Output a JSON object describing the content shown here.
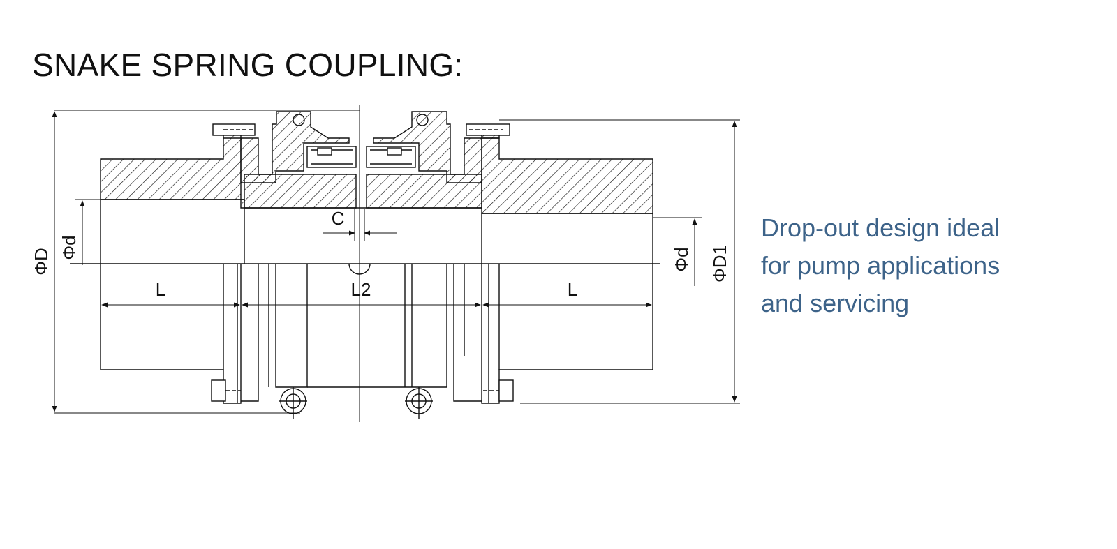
{
  "title": "SNAKE SPRING COUPLING:",
  "caption": {
    "lines": [
      "Drop-out design ideal",
      "for pump applications",
      "and servicing"
    ]
  },
  "colors": {
    "line": "#111111",
    "caption": "#3d6389",
    "background": "#ffffff"
  },
  "dimensions": {
    "outer_diameter": "ΦD",
    "bore_diameter_left": "Φd",
    "bore_diameter_right": "Φd",
    "outer_diameter_right": "ΦD1",
    "gap": "C",
    "hub_length_left": "L",
    "center_length": "L2",
    "hub_length_right": "L"
  }
}
